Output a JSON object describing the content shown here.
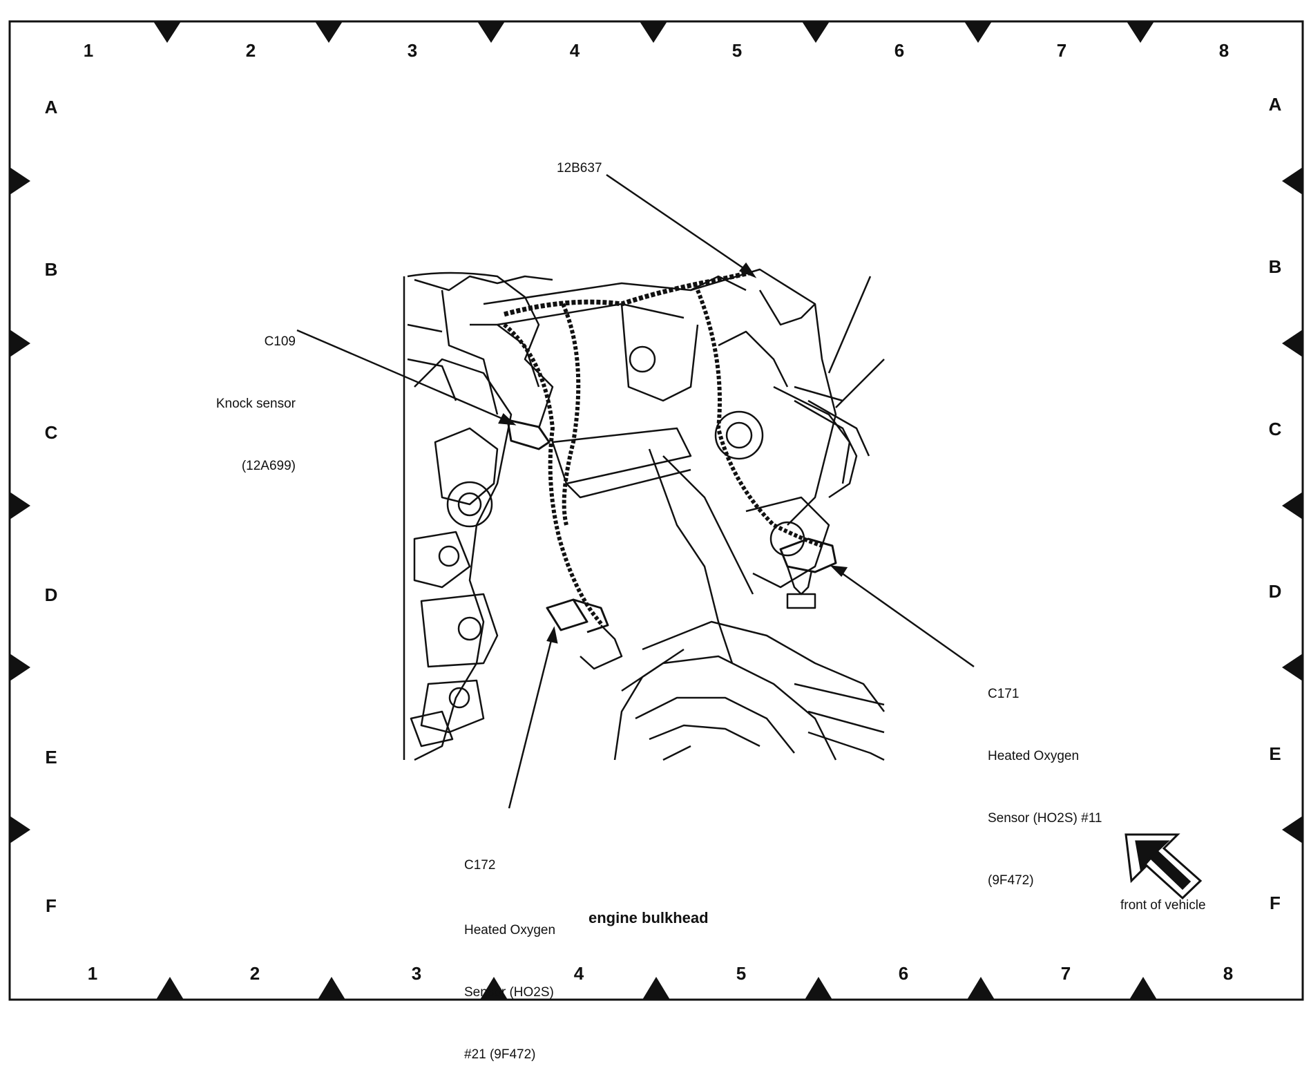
{
  "grid": {
    "columns": [
      "1",
      "2",
      "3",
      "4",
      "5",
      "6",
      "7",
      "8"
    ],
    "rows": [
      "A",
      "B",
      "C",
      "D",
      "E",
      "F"
    ]
  },
  "callouts": {
    "wiring_harness": {
      "id": "12B637"
    },
    "knock_sensor": {
      "id": "C109",
      "name": "Knock sensor",
      "part": "(12A699)"
    },
    "ho2s_11": {
      "id": "C171",
      "line1": "Heated Oxygen",
      "line2": "Sensor (HO2S) #11",
      "part": "(9F472)"
    },
    "ho2s_21": {
      "id": "C172",
      "line1": "Heated Oxygen",
      "line2": "Sensor (HO2S)",
      "line3": "#21 (9F472)"
    }
  },
  "bottom_label": "engine bulkhead",
  "orientation_label": "front of vehicle",
  "colors": {
    "ink": "#111111",
    "background": "#ffffff"
  }
}
